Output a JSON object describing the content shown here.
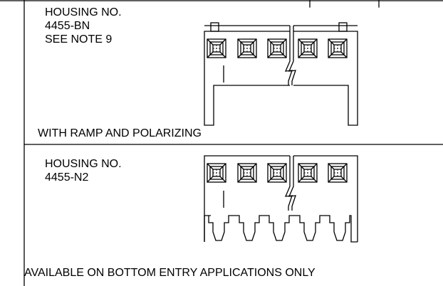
{
  "housing_a": {
    "lines": [
      "HOUSING NO.",
      "4455-BN",
      "SEE NOTE 9"
    ],
    "caption": "WITH RAMP AND POLARIZING"
  },
  "housing_b": {
    "lines": [
      "HOUSING NO.",
      "4455-N2"
    ],
    "caption": "AVAILABLE ON BOTTOM ENTRY APPLICATIONS ONLY"
  }
}
